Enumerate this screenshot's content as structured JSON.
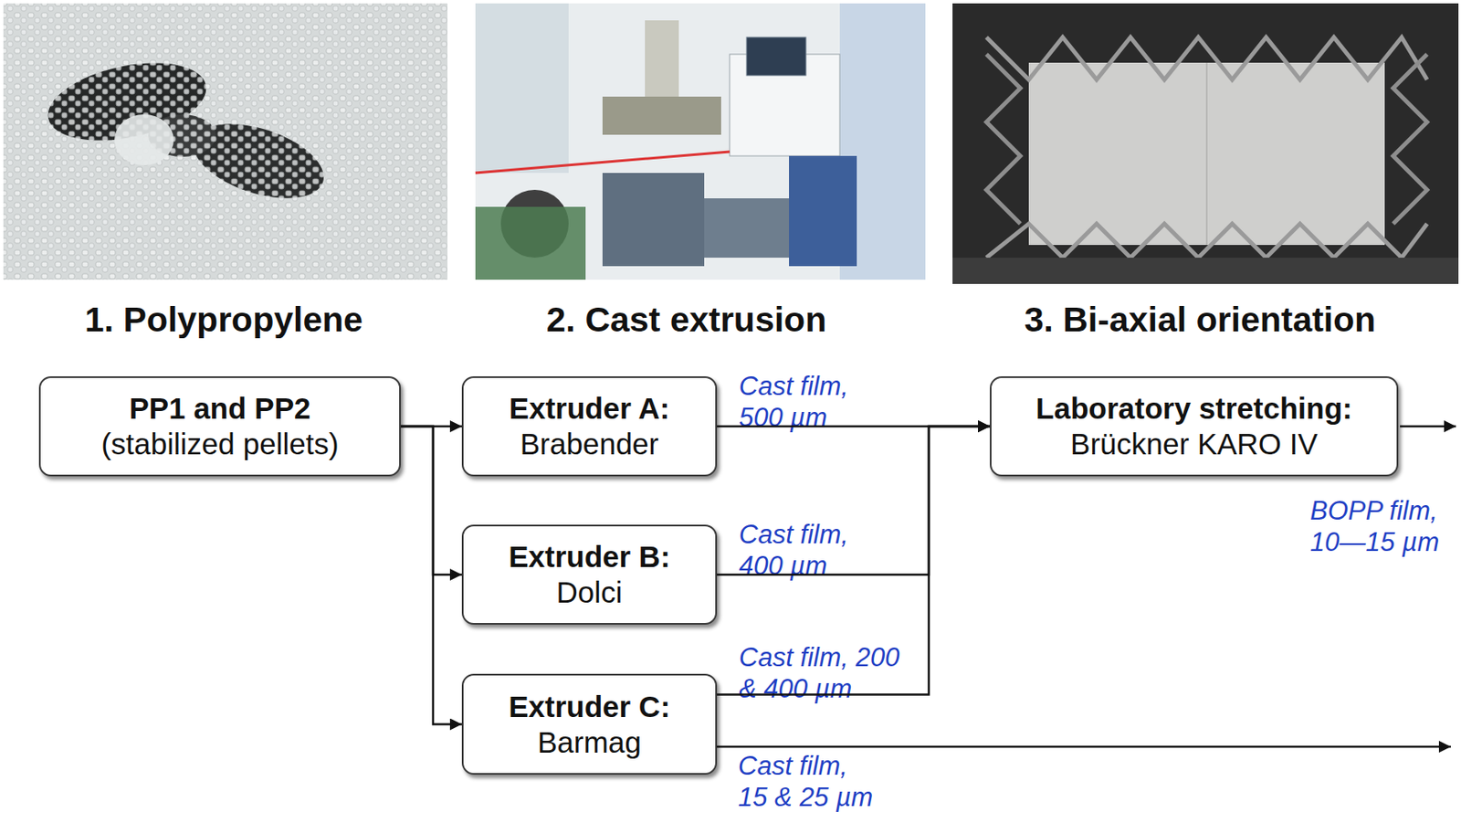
{
  "diagram": {
    "nodes": [
      {
        "text": [
          "PP1 and PP2",
          "(stabilized pellets)"
        ]
      },
      {
        "text": [
          "Extruder A:",
          "Brabender"
        ]
      },
      {
        "text": [
          "Extruder B:",
          "Dolci"
        ]
      },
      {
        "text": [
          "Extruder C:",
          "Barmag"
        ]
      },
      {
        "text": [
          "Laboratory stretching:",
          "Brückner KARO IV"
        ]
      }
    ],
    "edges": [
      {
        "from": 0,
        "to": 1,
        "arrow": "to"
      },
      {
        "from": 0,
        "to": 2,
        "arrow": "to"
      },
      {
        "from": 0,
        "to": 3,
        "arrow": "to"
      },
      {
        "from": 1,
        "to": 4,
        "label": "Cast film, 500 µm",
        "arrow": "to"
      },
      {
        "from": 2,
        "to": 4,
        "label": "Cast film, 400 µm",
        "arrow": "to"
      },
      {
        "from": 3,
        "to": 4,
        "label": "Cast film, 200 & 400 µm",
        "arrow": "to"
      }
    ],
    "labels": [
      "1. Polypropylene",
      "2. Cast extrusion",
      "3. Bi-axial orientation",
      "BOPP film, 10—15 µm",
      "Cast film, 15 & 25 µm"
    ]
  }
}
